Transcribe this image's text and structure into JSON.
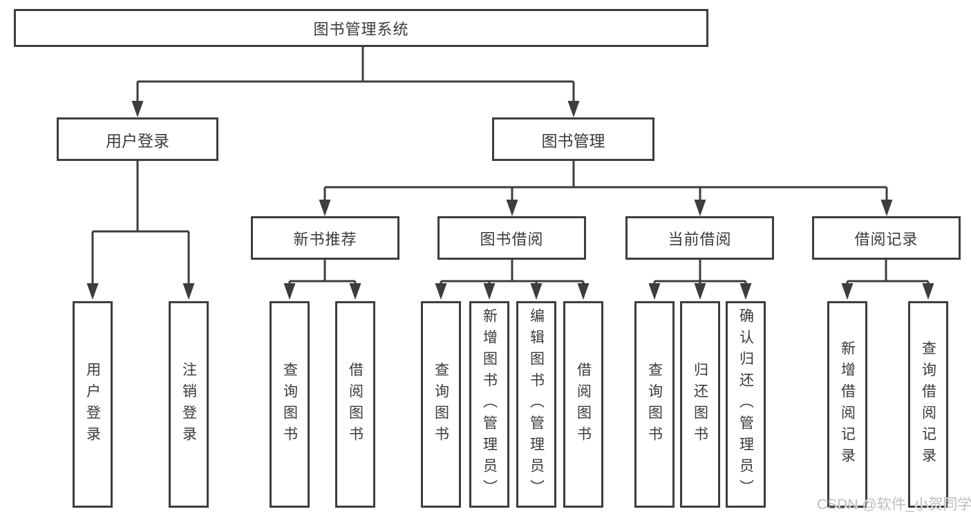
{
  "diagram": {
    "root": {
      "label": "图书管理系统"
    },
    "branches": [
      {
        "label": "用户登录",
        "children": [
          {
            "label": "用户登录"
          },
          {
            "label": "注销登录"
          }
        ]
      },
      {
        "label": "图书管理",
        "groups": [
          {
            "label": "新书推荐",
            "children": [
              {
                "label": "查询图书"
              },
              {
                "label": "借阅图书"
              }
            ]
          },
          {
            "label": "图书借阅",
            "children": [
              {
                "label": "查询图书"
              },
              {
                "label": "新增图书（管理员）"
              },
              {
                "label": "编辑图书（管理员）"
              },
              {
                "label": "借阅图书"
              }
            ]
          },
          {
            "label": "当前借阅",
            "children": [
              {
                "label": "查询图书"
              },
              {
                "label": "归还图书"
              },
              {
                "label": "确认归还（管理员）"
              }
            ]
          },
          {
            "label": "借阅记录",
            "children": [
              {
                "label": "新增借阅记录"
              },
              {
                "label": "查询借阅记录"
              }
            ]
          }
        ]
      }
    ]
  },
  "watermark": {
    "text": "CSDN @软件_小贺同学"
  },
  "colors": {
    "line": "#3d3d3d",
    "text": "#3a3a3a",
    "bg": "#ffffff",
    "watermark": "#bdbdbd"
  }
}
